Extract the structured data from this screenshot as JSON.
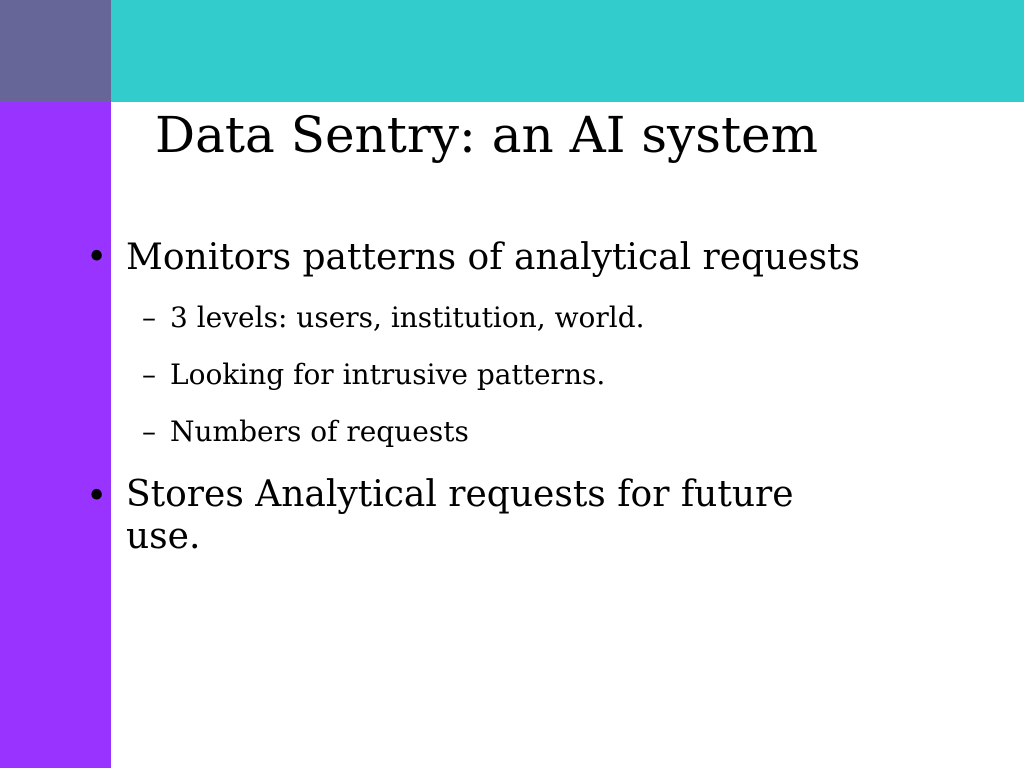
{
  "slide": {
    "title": "Data Sentry: an AI system",
    "colors": {
      "corner_block": "#666699",
      "top_band": "#33CCCC",
      "left_band": "#9933FF",
      "background": "#FFFFFF",
      "text": "#000000"
    },
    "bullets": [
      {
        "marker": "•",
        "text": "Monitors patterns of analytical requests",
        "sub_bullets": [
          {
            "marker": "–",
            "text": "3 levels: users, institution, world."
          },
          {
            "marker": "–",
            "text": "Looking for intrusive patterns."
          },
          {
            "marker": "–",
            "text": "Numbers of  requests"
          }
        ]
      },
      {
        "marker": "•",
        "text": "Stores Analytical requests for future use.",
        "sub_bullets": []
      }
    ]
  }
}
